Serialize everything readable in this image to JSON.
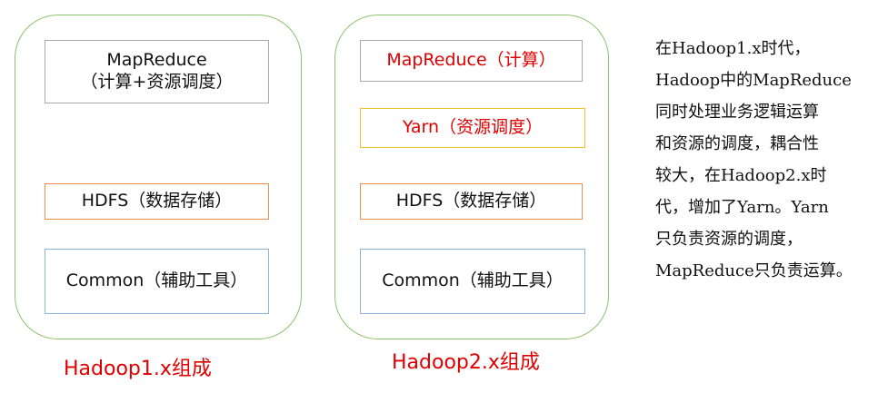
{
  "panels": [
    {
      "boxes": [
        {
          "line1": "MapReduce",
          "line2": "（计算+资源调度）"
        },
        {
          "line1": "HDFS（数据存储）"
        },
        {
          "line1": "Common（辅助工具）"
        }
      ],
      "caption": "Hadoop1.x组成"
    },
    {
      "boxes": [
        {
          "line1": "MapReduce（计算）"
        },
        {
          "line1": "Yarn（资源调度）"
        },
        {
          "line1": "HDFS（数据存储）"
        },
        {
          "line1": "Common（辅助工具）"
        }
      ],
      "caption": "Hadoop2.x组成"
    }
  ],
  "description": {
    "lines": [
      "在Hadoop1.x时代，",
      "Hadoop中的MapReduce",
      "同时处理业务逻辑运算",
      "和资源的调度，耦合性",
      "较大，在Hadoop2.x时",
      "代，增加了Yarn。Yarn",
      "只负责资源的调度，",
      "MapReduce只负责运算。"
    ]
  },
  "colors": {
    "panel_border": "#8cc26b",
    "accent_red": "#e00000",
    "gray_border": "#a9a9a9",
    "orange_border": "#ea8c50",
    "blue_border": "#8db3d8",
    "yellow_border": "#f2c12e"
  }
}
